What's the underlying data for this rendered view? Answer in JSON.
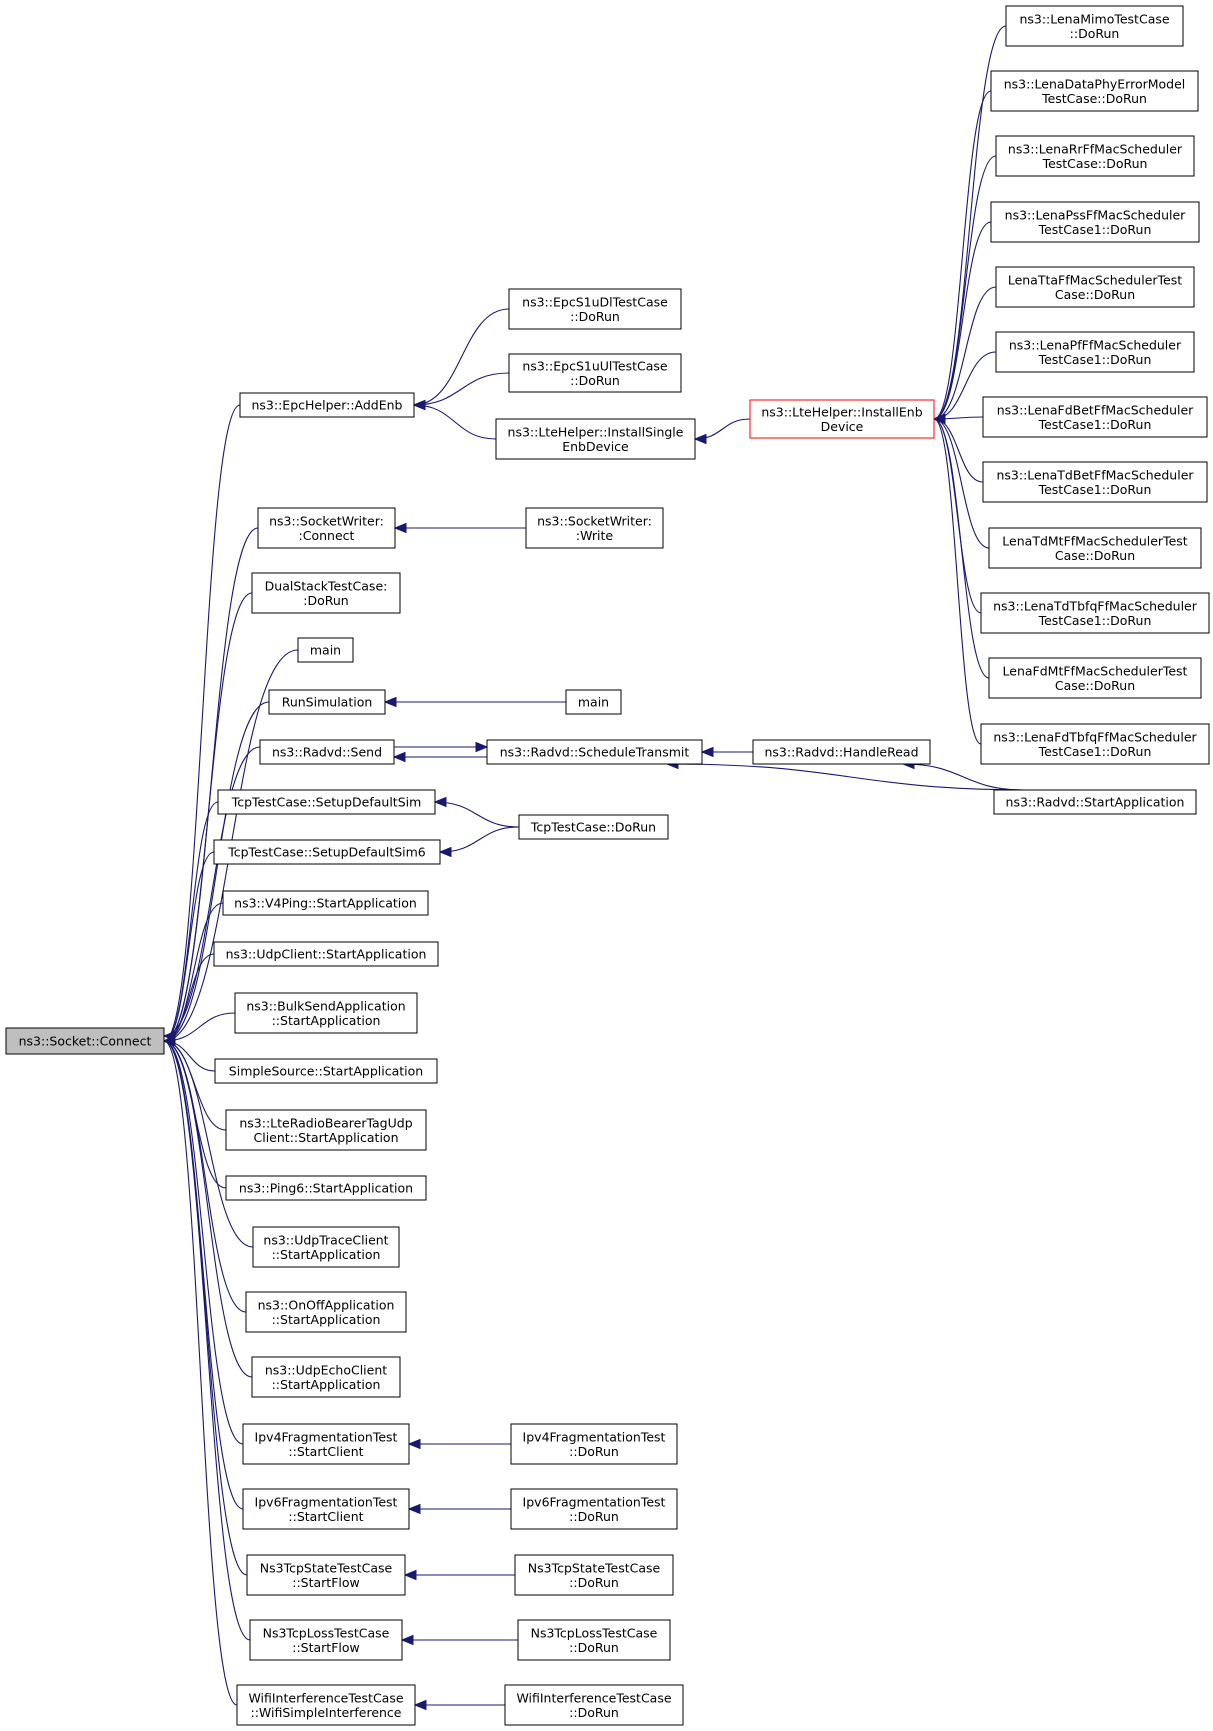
{
  "colors": {
    "edge": "#191970",
    "node_fill": "#ffffff",
    "root_fill": "#bfbfbf",
    "highlight_border": "#ff0000"
  },
  "nodes": [
    {
      "id": "root",
      "lines": [
        "ns3::Socket::Connect"
      ],
      "style": "root"
    },
    {
      "id": "epc_addenb",
      "lines": [
        "ns3::EpcHelper::AddEnb"
      ]
    },
    {
      "id": "epc_dl",
      "lines": [
        "ns3::EpcS1uDlTestCase",
        "::DoRun"
      ]
    },
    {
      "id": "epc_ul",
      "lines": [
        "ns3::EpcS1uUlTestCase",
        "::DoRun"
      ]
    },
    {
      "id": "lte_single",
      "lines": [
        "ns3::LteHelper::InstallSingle",
        "EnbDevice"
      ]
    },
    {
      "id": "lte_install",
      "lines": [
        "ns3::LteHelper::InstallEnb",
        "Device"
      ],
      "style": "highlight"
    },
    {
      "id": "lena_mimo",
      "lines": [
        "ns3::LenaMimoTestCase",
        "::DoRun"
      ]
    },
    {
      "id": "lena_dataphy",
      "lines": [
        "ns3::LenaDataPhyErrorModel",
        "TestCase::DoRun"
      ]
    },
    {
      "id": "lena_rr",
      "lines": [
        "ns3::LenaRrFfMacScheduler",
        "TestCase::DoRun"
      ]
    },
    {
      "id": "lena_pss",
      "lines": [
        "ns3::LenaPssFfMacScheduler",
        "TestCase1::DoRun"
      ]
    },
    {
      "id": "lena_tta",
      "lines": [
        "LenaTtaFfMacSchedulerTest",
        "Case::DoRun"
      ]
    },
    {
      "id": "lena_pf",
      "lines": [
        "ns3::LenaPfFfMacScheduler",
        "TestCase1::DoRun"
      ]
    },
    {
      "id": "lena_fdbet",
      "lines": [
        "ns3::LenaFdBetFfMacScheduler",
        "TestCase1::DoRun"
      ]
    },
    {
      "id": "lena_tdbet",
      "lines": [
        "ns3::LenaTdBetFfMacScheduler",
        "TestCase1::DoRun"
      ]
    },
    {
      "id": "lena_tdmt",
      "lines": [
        "LenaTdMtFfMacSchedulerTest",
        "Case::DoRun"
      ]
    },
    {
      "id": "lena_tdtbfq",
      "lines": [
        "ns3::LenaTdTbfqFfMacScheduler",
        "TestCase1::DoRun"
      ]
    },
    {
      "id": "lena_fdmt",
      "lines": [
        "LenaFdMtFfMacSchedulerTest",
        "Case::DoRun"
      ]
    },
    {
      "id": "lena_fdtbfq",
      "lines": [
        "ns3::LenaFdTbfqFfMacScheduler",
        "TestCase1::DoRun"
      ]
    },
    {
      "id": "sw_connect",
      "lines": [
        "ns3::SocketWriter:",
        ":Connect"
      ]
    },
    {
      "id": "sw_write",
      "lines": [
        "ns3::SocketWriter:",
        ":Write"
      ]
    },
    {
      "id": "dualstack",
      "lines": [
        "DualStackTestCase:",
        ":DoRun"
      ]
    },
    {
      "id": "main1",
      "lines": [
        "main"
      ]
    },
    {
      "id": "runsim",
      "lines": [
        "RunSimulation"
      ]
    },
    {
      "id": "main2",
      "lines": [
        "main"
      ]
    },
    {
      "id": "radvd_send",
      "lines": [
        "ns3::Radvd::Send"
      ]
    },
    {
      "id": "radvd_sched",
      "lines": [
        "ns3::Radvd::ScheduleTransmit"
      ]
    },
    {
      "id": "radvd_read",
      "lines": [
        "ns3::Radvd::HandleRead"
      ]
    },
    {
      "id": "radvd_start",
      "lines": [
        "ns3::Radvd::StartApplication"
      ]
    },
    {
      "id": "tcp_setup",
      "lines": [
        "TcpTestCase::SetupDefaultSim"
      ]
    },
    {
      "id": "tcp_setup6",
      "lines": [
        "TcpTestCase::SetupDefaultSim6"
      ]
    },
    {
      "id": "tcp_dorun",
      "lines": [
        "TcpTestCase::DoRun"
      ]
    },
    {
      "id": "v4ping",
      "lines": [
        "ns3::V4Ping::StartApplication"
      ]
    },
    {
      "id": "udpclient",
      "lines": [
        "ns3::UdpClient::StartApplication"
      ]
    },
    {
      "id": "bulksend",
      "lines": [
        "ns3::BulkSendApplication",
        "::StartApplication"
      ]
    },
    {
      "id": "simplesource",
      "lines": [
        "SimpleSource::StartApplication"
      ]
    },
    {
      "id": "lteradio",
      "lines": [
        "ns3::LteRadioBearerTagUdp",
        "Client::StartApplication"
      ]
    },
    {
      "id": "ping6",
      "lines": [
        "ns3::Ping6::StartApplication"
      ]
    },
    {
      "id": "udptrace",
      "lines": [
        "ns3::UdpTraceClient",
        "::StartApplication"
      ]
    },
    {
      "id": "onoff",
      "lines": [
        "ns3::OnOffApplication",
        "::StartApplication"
      ]
    },
    {
      "id": "udpecho",
      "lines": [
        "ns3::UdpEchoClient",
        "::StartApplication"
      ]
    },
    {
      "id": "ipv4frag",
      "lines": [
        "Ipv4FragmentationTest",
        "::StartClient"
      ]
    },
    {
      "id": "ipv4frag_run",
      "lines": [
        "Ipv4FragmentationTest",
        "::DoRun"
      ]
    },
    {
      "id": "ipv6frag",
      "lines": [
        "Ipv6FragmentationTest",
        "::StartClient"
      ]
    },
    {
      "id": "ipv6frag_run",
      "lines": [
        "Ipv6FragmentationTest",
        "::DoRun"
      ]
    },
    {
      "id": "tcpstate",
      "lines": [
        "Ns3TcpStateTestCase",
        "::StartFlow"
      ]
    },
    {
      "id": "tcpstate_run",
      "lines": [
        "Ns3TcpStateTestCase",
        "::DoRun"
      ]
    },
    {
      "id": "tcploss",
      "lines": [
        "Ns3TcpLossTestCase",
        "::StartFlow"
      ]
    },
    {
      "id": "tcploss_run",
      "lines": [
        "Ns3TcpLossTestCase",
        "::DoRun"
      ]
    },
    {
      "id": "wifi",
      "lines": [
        "WifiInterferenceTestCase",
        "::WifiSimpleInterference"
      ]
    },
    {
      "id": "wifi_run",
      "lines": [
        "WifiInterferenceTestCase",
        "::DoRun"
      ]
    }
  ],
  "edges": [
    [
      "epc_addenb",
      "root"
    ],
    [
      "sw_connect",
      "root"
    ],
    [
      "dualstack",
      "root"
    ],
    [
      "main1",
      "root"
    ],
    [
      "runsim",
      "root"
    ],
    [
      "radvd_send",
      "root"
    ],
    [
      "tcp_setup",
      "root"
    ],
    [
      "tcp_setup6",
      "root"
    ],
    [
      "v4ping",
      "root"
    ],
    [
      "udpclient",
      "root"
    ],
    [
      "bulksend",
      "root"
    ],
    [
      "simplesource",
      "root"
    ],
    [
      "lteradio",
      "root"
    ],
    [
      "ping6",
      "root"
    ],
    [
      "udptrace",
      "root"
    ],
    [
      "onoff",
      "root"
    ],
    [
      "udpecho",
      "root"
    ],
    [
      "ipv4frag",
      "root"
    ],
    [
      "ipv6frag",
      "root"
    ],
    [
      "tcpstate",
      "root"
    ],
    [
      "tcploss",
      "root"
    ],
    [
      "wifi",
      "root"
    ],
    [
      "epc_dl",
      "epc_addenb"
    ],
    [
      "epc_ul",
      "epc_addenb"
    ],
    [
      "lte_single",
      "epc_addenb"
    ],
    [
      "lte_install",
      "lte_single"
    ],
    [
      "lena_mimo",
      "lte_install"
    ],
    [
      "lena_dataphy",
      "lte_install"
    ],
    [
      "lena_rr",
      "lte_install"
    ],
    [
      "lena_pss",
      "lte_install"
    ],
    [
      "lena_tta",
      "lte_install"
    ],
    [
      "lena_pf",
      "lte_install"
    ],
    [
      "lena_fdbet",
      "lte_install"
    ],
    [
      "lena_tdbet",
      "lte_install"
    ],
    [
      "lena_tdmt",
      "lte_install"
    ],
    [
      "lena_tdtbfq",
      "lte_install"
    ],
    [
      "lena_fdmt",
      "lte_install"
    ],
    [
      "lena_fdtbfq",
      "lte_install"
    ],
    [
      "sw_write",
      "sw_connect"
    ],
    [
      "main2",
      "runsim"
    ],
    [
      "radvd_sched",
      "radvd_send"
    ],
    [
      "radvd_send",
      "radvd_sched"
    ],
    [
      "radvd_read",
      "radvd_sched"
    ],
    [
      "radvd_start",
      "radvd_sched"
    ],
    [
      "radvd_start",
      "radvd_read"
    ],
    [
      "tcp_dorun",
      "tcp_setup"
    ],
    [
      "tcp_dorun",
      "tcp_setup6"
    ],
    [
      "ipv4frag_run",
      "ipv4frag"
    ],
    [
      "ipv6frag_run",
      "ipv6frag"
    ],
    [
      "tcpstate_run",
      "tcpstate"
    ],
    [
      "tcploss_run",
      "tcploss"
    ],
    [
      "wifi_run",
      "wifi"
    ]
  ]
}
